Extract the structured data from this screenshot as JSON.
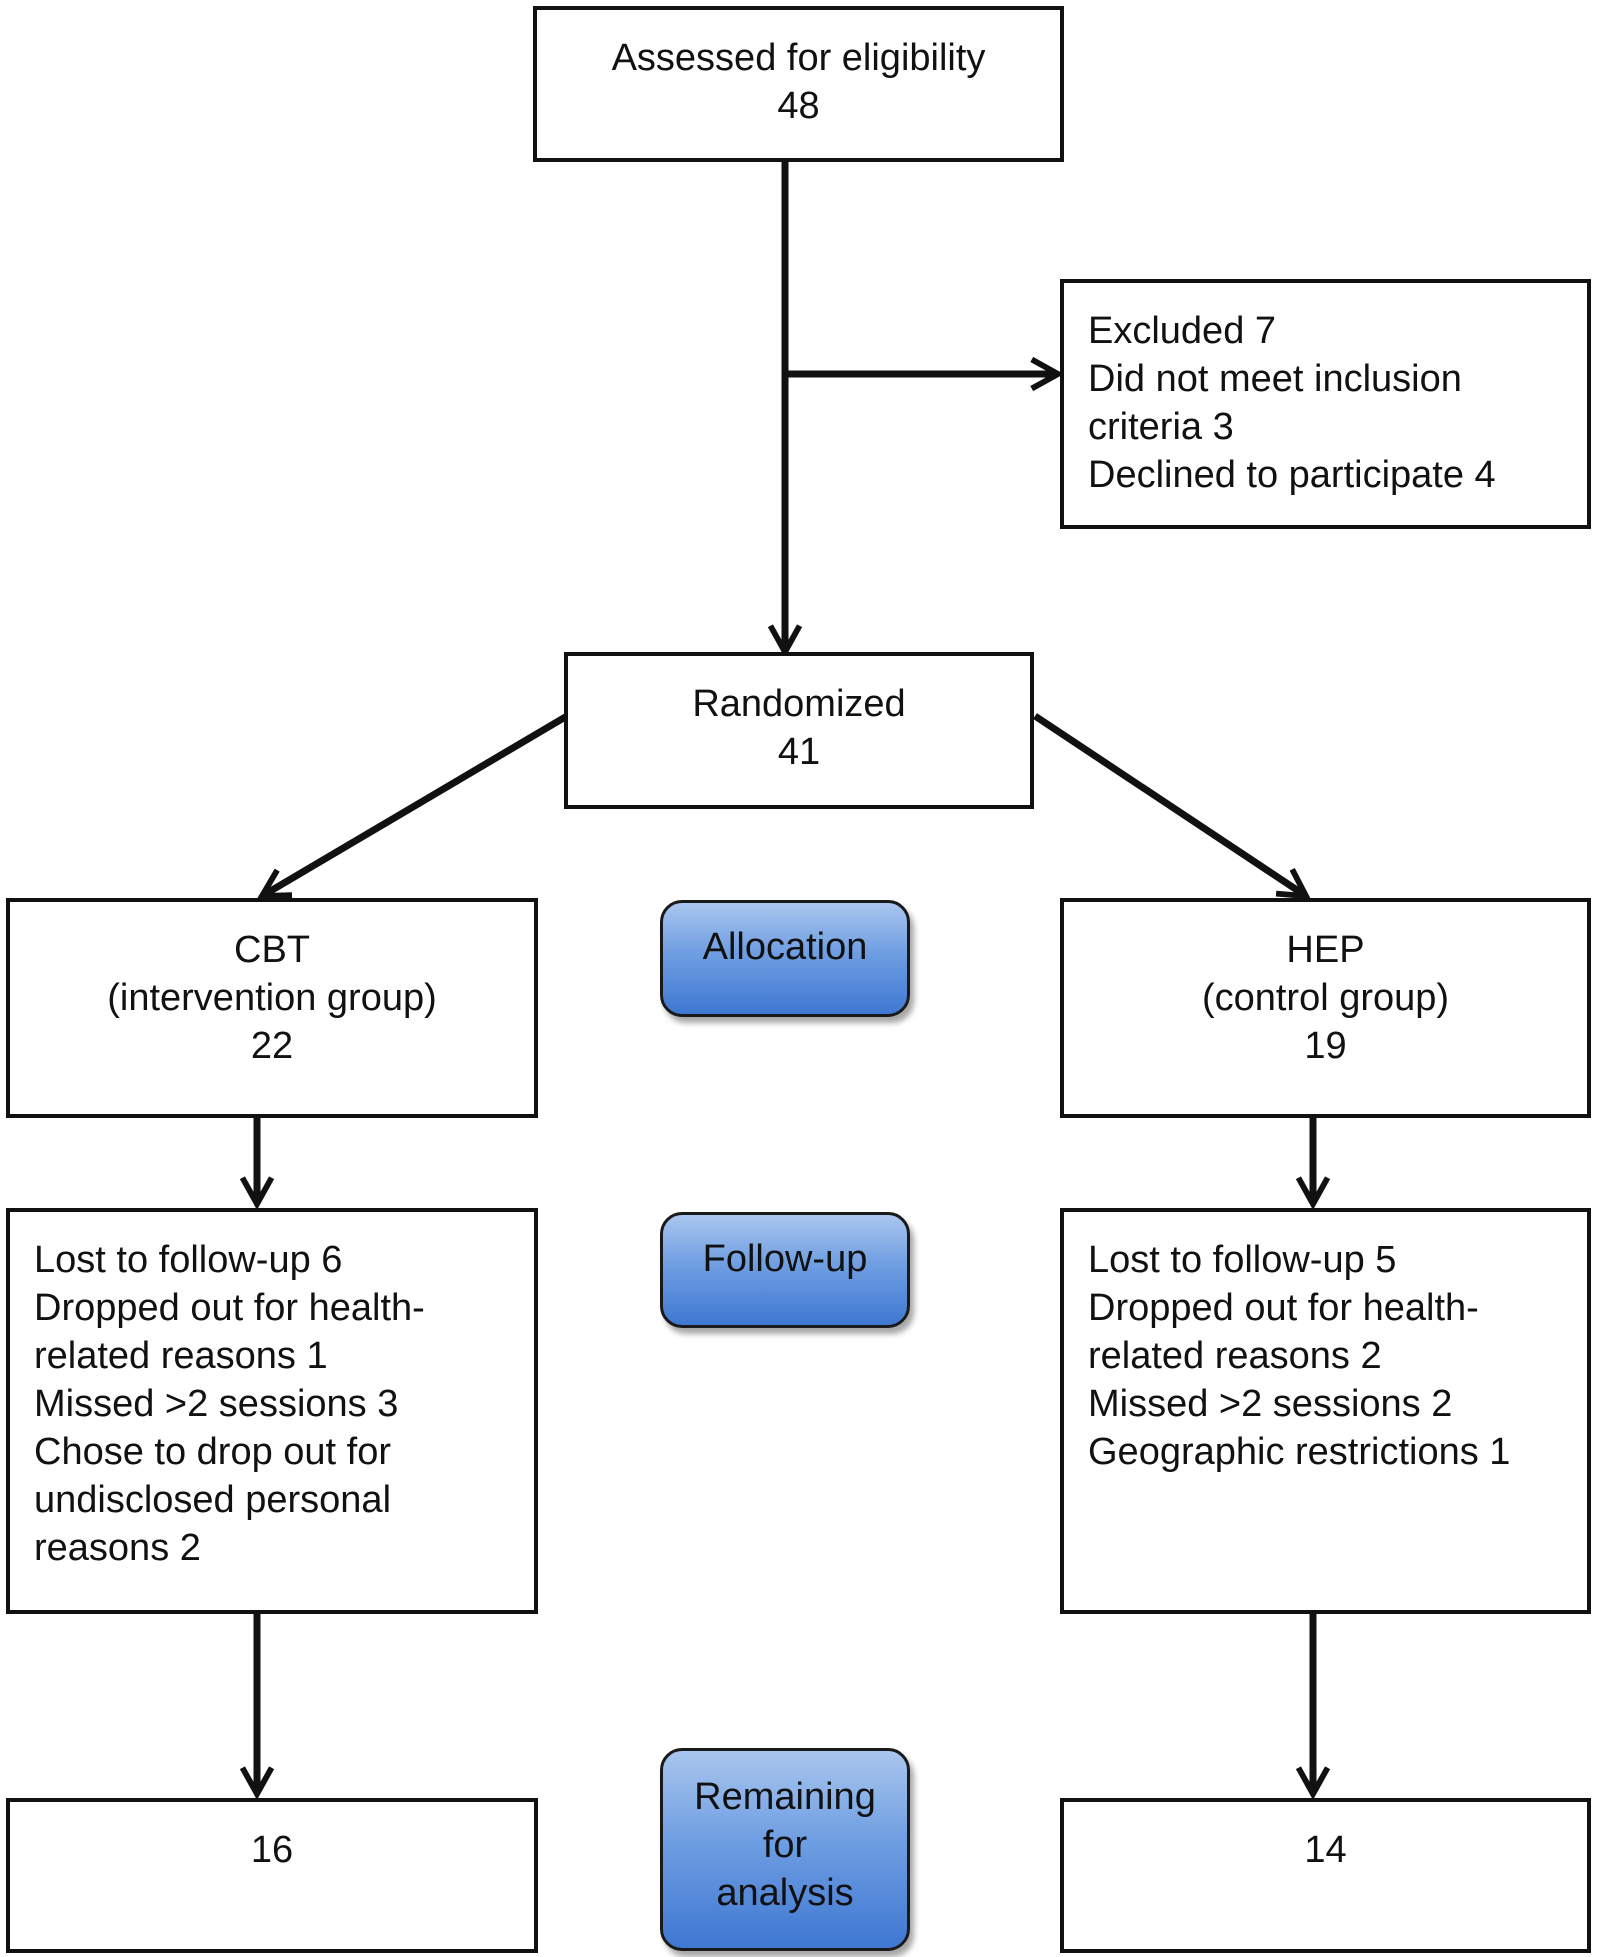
{
  "colors": {
    "box_border": "#111111",
    "connector": "#111111",
    "stage_fill_top": "#a9c6ee",
    "stage_fill_bottom": "#3f78d2"
  },
  "boxes": {
    "assessed": {
      "lines": [
        "Assessed for eligibility",
        "48"
      ]
    },
    "excluded": {
      "lines": [
        "Excluded 7",
        "Did not meet inclusion",
        "criteria 3",
        "Declined to participate 4"
      ]
    },
    "randomized": {
      "lines": [
        "Randomized",
        "41"
      ]
    },
    "cbt": {
      "lines": [
        "CBT",
        "(intervention group)",
        "22"
      ]
    },
    "hep": {
      "lines": [
        "HEP",
        "(control group)",
        "19"
      ]
    },
    "cbt_followup": {
      "lines": [
        "Lost to follow-up 6",
        "Dropped out for health-",
        "related reasons 1",
        "Missed >2 sessions 3",
        "Chose to drop out for",
        "undisclosed personal",
        "reasons 2"
      ]
    },
    "hep_followup": {
      "lines": [
        "Lost to follow-up 5",
        "Dropped out for health-",
        "related reasons 2",
        "Missed >2 sessions 2",
        "Geographic restrictions 1"
      ]
    },
    "cbt_remaining": {
      "lines": [
        "16"
      ]
    },
    "hep_remaining": {
      "lines": [
        "14"
      ]
    }
  },
  "stages": {
    "allocation": {
      "lines": [
        "Allocation"
      ]
    },
    "followup": {
      "lines": [
        "Follow-up"
      ]
    },
    "remaining": {
      "lines": [
        "Remaining",
        "for",
        "analysis"
      ]
    }
  }
}
